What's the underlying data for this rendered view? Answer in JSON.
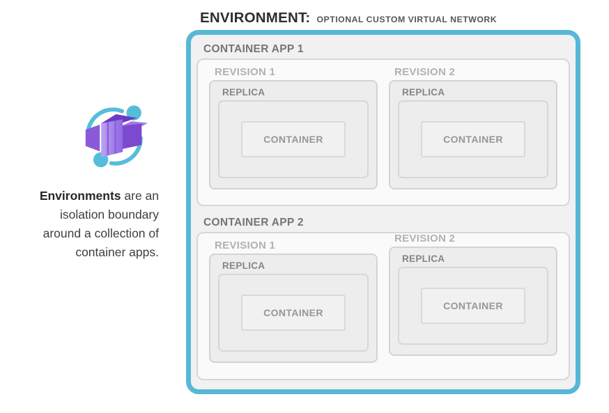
{
  "title": {
    "main": "ENVIRONMENT:",
    "sub": "OPTIONAL CUSTOM VIRTUAL NETWORK"
  },
  "caption": {
    "bold": "Environments",
    "line1_rest": " are an",
    "line2": "isolation boundary",
    "line3": "around a collection of",
    "line4": "container apps."
  },
  "icon": {
    "name": "azure-container-apps-logo"
  },
  "colors": {
    "environment_border": "#58b7d5",
    "environment_fill": "#f1f1f1",
    "app_panel_fill": "#fafafa",
    "replica_fill": "#ededed",
    "icon_blue": "#55bdd9",
    "icon_purple_light": "#bca4f2",
    "icon_purple_mid": "#8f63e0",
    "icon_purple_dark": "#6d3ac6"
  },
  "environment": {
    "apps": [
      {
        "label": "CONTAINER APP 1",
        "revisions": [
          {
            "label": "REVISION 1",
            "replica_label": "REPLICA",
            "container_label": "CONTAINER"
          },
          {
            "label": "REVISION 2",
            "replica_label": "REPLICA",
            "container_label": "CONTAINER"
          }
        ]
      },
      {
        "label": "CONTAINER APP 2",
        "revisions": [
          {
            "label": "REVISION 1",
            "replica_label": "REPLICA",
            "container_label": "CONTAINER"
          },
          {
            "label": "REVISION 2",
            "replica_label": "REPLICA",
            "container_label": "CONTAINER"
          }
        ]
      }
    ]
  }
}
